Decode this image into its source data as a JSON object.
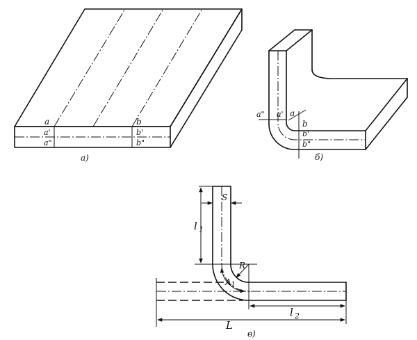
{
  "labels": {
    "a": {
      "a": "a",
      "a1": "a'",
      "a2": "a\"",
      "b": "b",
      "b1": "b'",
      "b2": "b\"",
      "caption": "а)"
    },
    "b": {
      "a": "a",
      "a1": "a'",
      "a2": "a\"",
      "b": "b",
      "b1": "b'",
      "b2": "b\"",
      "caption": "б)"
    },
    "c": {
      "S": "S",
      "L1": "l",
      "L1_sub": "1",
      "R": "R",
      "A1": "A",
      "A1_sub": "1",
      "L2": "l",
      "L2_sub": "2",
      "L": "L",
      "caption": "в)"
    }
  }
}
